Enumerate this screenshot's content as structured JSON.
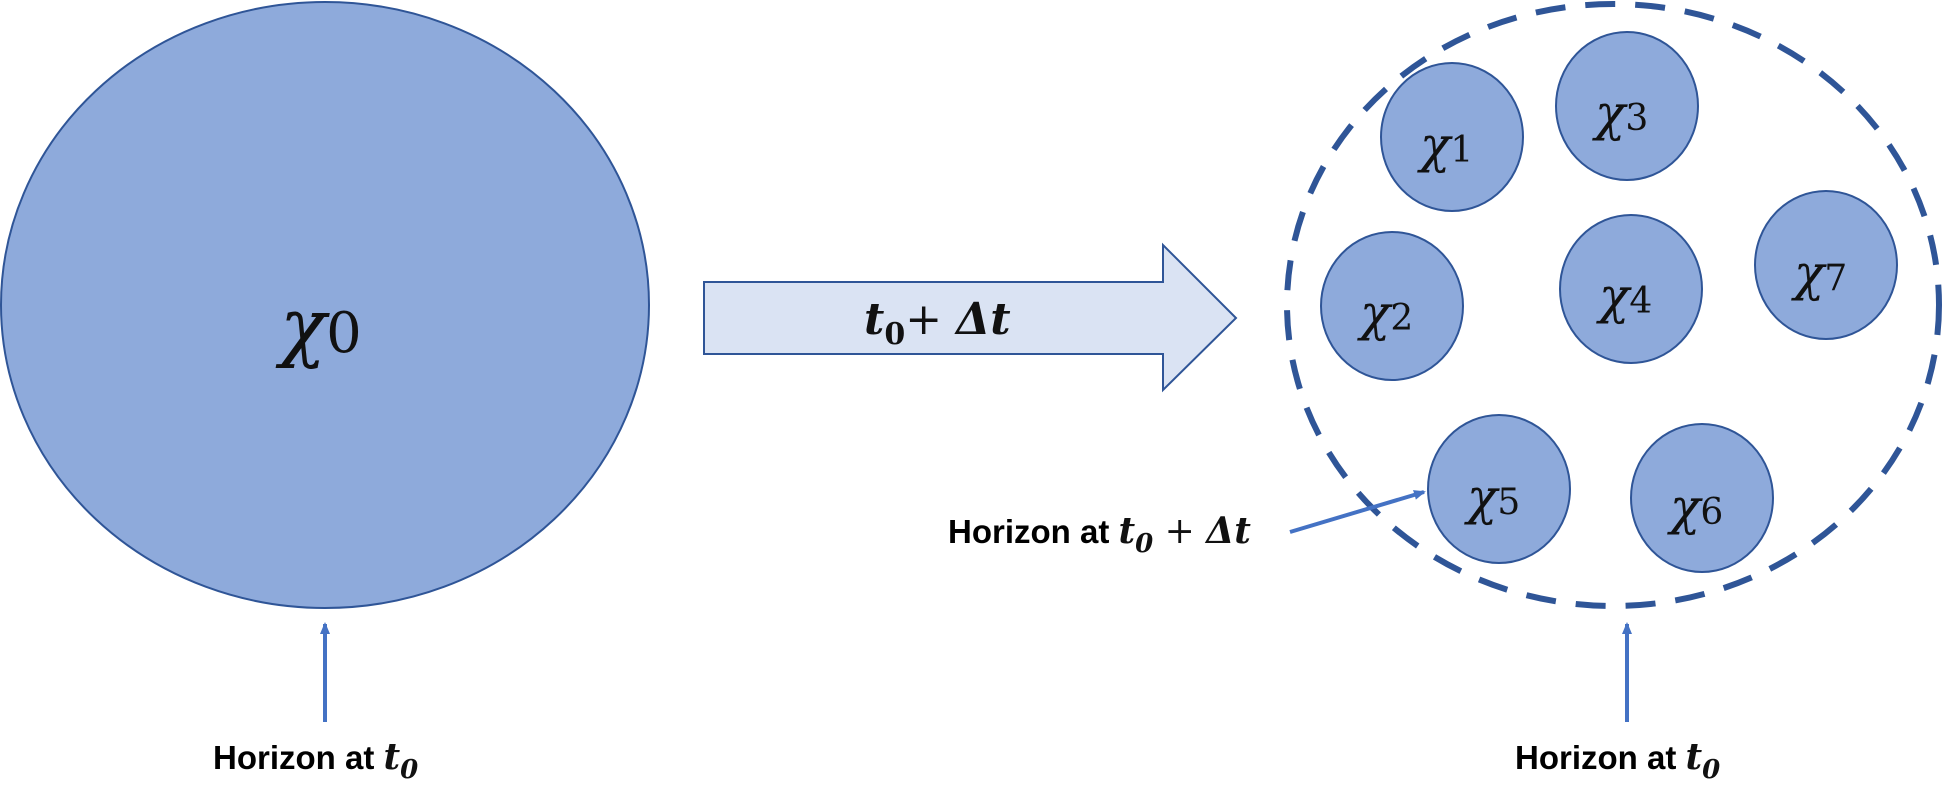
{
  "big_cell": {
    "symbol": "χ",
    "subscript": "0"
  },
  "arrow": {
    "t": "t",
    "t_sub": "0",
    "op": "+ ",
    "delta": "Δt"
  },
  "small_cells": [
    {
      "symbol": "χ",
      "subscript": "1"
    },
    {
      "symbol": "χ",
      "subscript": "2"
    },
    {
      "symbol": "χ",
      "subscript": "3"
    },
    {
      "symbol": "χ",
      "subscript": "4"
    },
    {
      "symbol": "χ",
      "subscript": "5"
    },
    {
      "symbol": "χ",
      "subscript": "6"
    },
    {
      "symbol": "χ",
      "subscript": "7"
    }
  ],
  "labels": {
    "horizon_left": {
      "text": "Horizon at ",
      "t": "t",
      "sub": "0"
    },
    "horizon_right": {
      "text": "Horizon at ",
      "t": "t",
      "sub": "0"
    },
    "horizon_new": {
      "text": "Horizon at ",
      "t": "t",
      "sub": "0",
      "op": " + ",
      "delta": "Δt"
    }
  },
  "colors": {
    "cell_fill": "#8eaadb",
    "cell_stroke": "#2f5597",
    "arrow_fill": "#dae3f3",
    "arrow_stroke": "#2f5597",
    "dashed_horizon": "#2f5597",
    "pointer": "#4472c4"
  }
}
